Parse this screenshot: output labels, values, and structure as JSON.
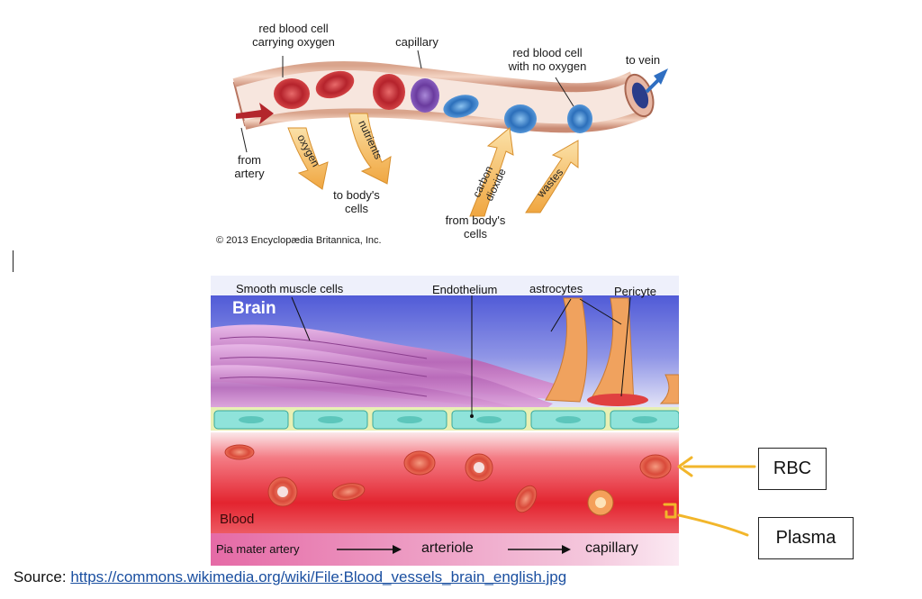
{
  "top_diagram": {
    "labels": {
      "rbc_oxygen_l1": "red blood cell",
      "rbc_oxygen_l2": "carrying oxygen",
      "capillary": "capillary",
      "rbc_no_oxygen_l1": "red blood cell",
      "rbc_no_oxygen_l2": "with no oxygen",
      "to_vein": "to vein",
      "from_artery_l1": "from",
      "from_artery_l2": "artery",
      "to_body_cells_l1": "to body's",
      "to_body_cells_l2": "cells",
      "from_body_cells_l1": "from body's",
      "from_body_cells_l2": "cells",
      "copyright": "© 2013 Encyclopædia Britannica, Inc."
    },
    "arrows": {
      "oxygen": "oxygen",
      "nutrients": "nutrients",
      "carbon_l1": "carbon",
      "carbon_l2": "dioxide",
      "wastes": "wastes"
    }
  },
  "bottom_diagram": {
    "labels": {
      "smooth_muscle": "Smooth muscle cells",
      "brain": "Brain",
      "endothelium": "Endothelium",
      "astrocytes": "astrocytes",
      "pericyte": "Pericyte",
      "blood": "Blood",
      "pia_mater": "Pia mater artery",
      "arteriole": "arteriole",
      "capillary": "capillary"
    }
  },
  "annotations": {
    "rbc": "RBC",
    "plasma": "Plasma"
  },
  "source": {
    "prefix": "Source: ",
    "url": "https://commons.wikimedia.org/wiki/File:Blood_vessels_brain_english.jpg"
  },
  "colors": {
    "oxygenated_rbc": "#c0313a",
    "deoxygenated_rbc": "#3f7fc8",
    "arrow_fill": "#f5b95a",
    "annotation_yellow": "#f2b62b",
    "brain_blue": "#4a55d8",
    "blood_red": "#e8333f"
  }
}
